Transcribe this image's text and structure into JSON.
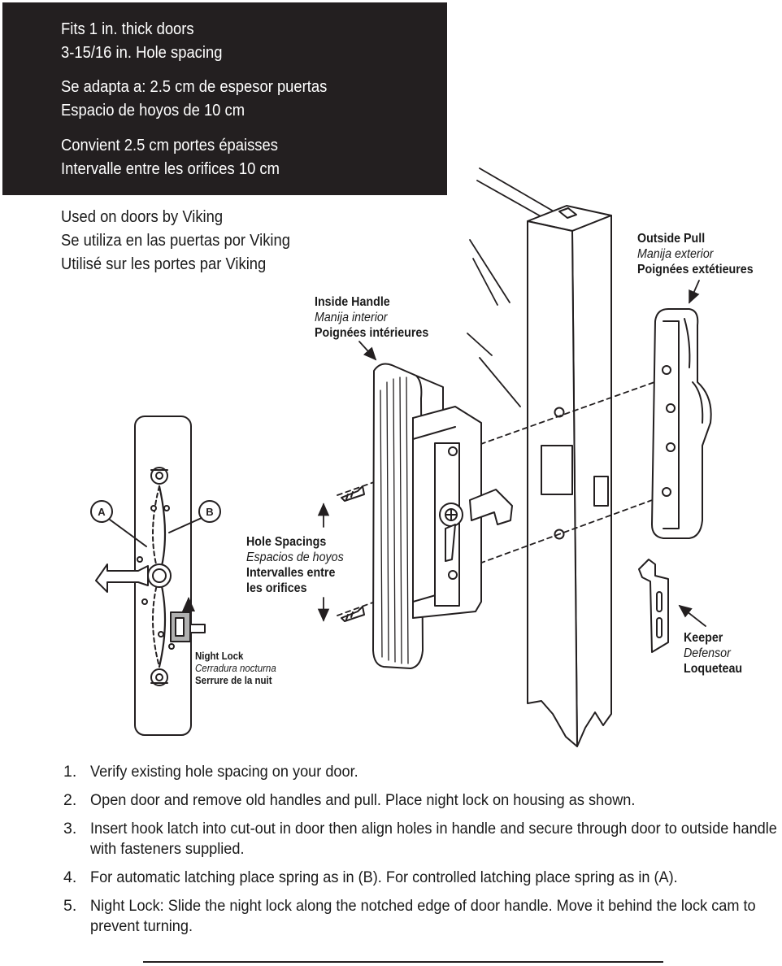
{
  "spec_box": {
    "lines": [
      "Fits 1 in. thick doors",
      "3-15/16 in. Hole spacing",
      "Se adapta a: 2.5 cm de espesor puertas",
      "Espacio de hoyos de 10 cm",
      "Convient 2.5 cm portes épaisses",
      "Intervalle entre les orifices 10 cm"
    ]
  },
  "used_on": [
    "Used on doors by Viking",
    "Se utiliza en las puertas por Viking",
    "Utilisé sur les portes par Viking"
  ],
  "callouts": {
    "outside_pull": {
      "en": "Outside Pull",
      "es": "Manija exterior",
      "fr": "Poignées extétieures"
    },
    "inside_handle": {
      "en": "Inside Handle",
      "es": "Manija interior",
      "fr": "Poignées intérieures"
    },
    "hole_spacings": {
      "en": "Hole Spacings",
      "es": "Espacios de hoyos",
      "fr1": "Intervalles entre",
      "fr2": "les orifices"
    },
    "keeper": {
      "en": "Keeper",
      "es": "Defensor",
      "fr": "Loqueteau"
    },
    "night_lock": {
      "en": "Night Lock",
      "es": "Cerradura nocturna",
      "fr": "Serrure de la nuit"
    },
    "marker_a": "A",
    "marker_b": "B"
  },
  "steps": [
    {
      "num": "1.",
      "text": "Verify existing hole spacing on your door."
    },
    {
      "num": "2.",
      "text": "Open door and remove old handles and pull. Place night lock on housing as shown."
    },
    {
      "num": "3.",
      "text": "Insert hook latch into cut-out in door then align holes in handle and secure through door to outside  handle with fasteners supplied."
    },
    {
      "num": "4.",
      "text": "For automatic latching place spring as in (B). For controlled latching place spring as in (A)."
    },
    {
      "num": "5.",
      "text": "Night Lock: Slide the night lock along the notched edge of door handle. Move it behind the lock cam to prevent turning."
    }
  ]
}
